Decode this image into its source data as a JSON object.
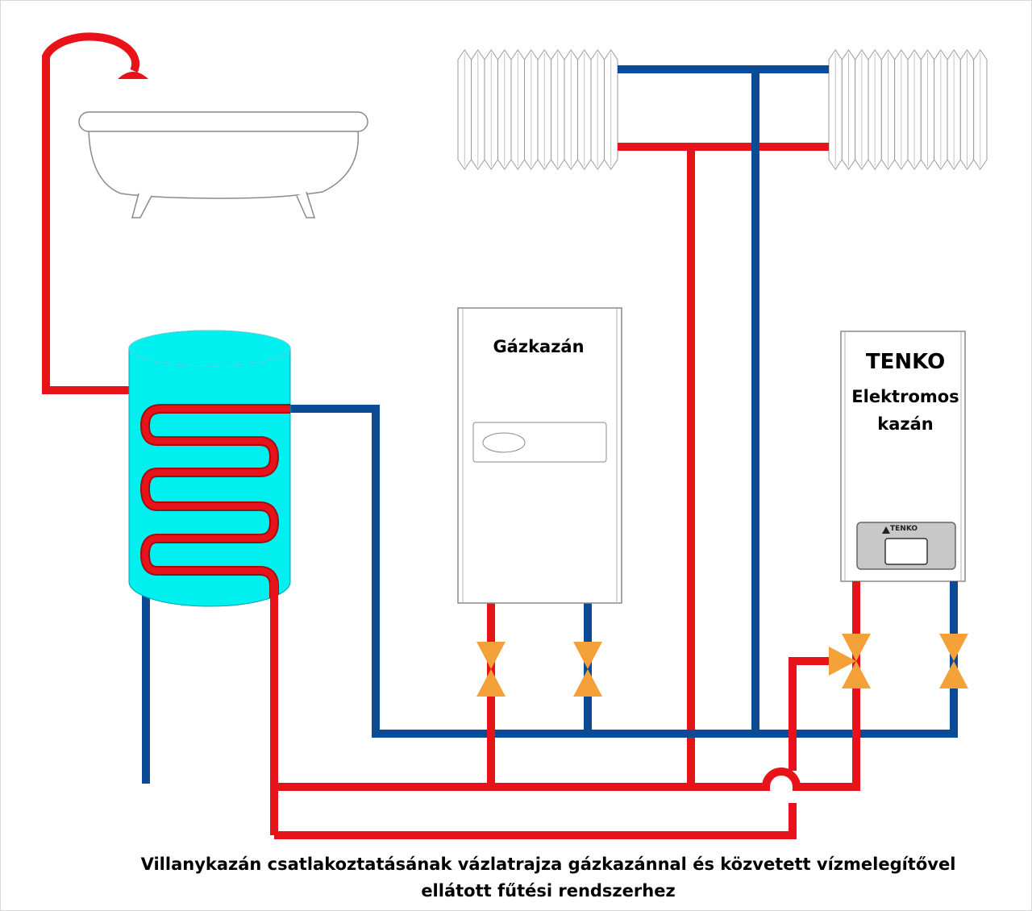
{
  "colors": {
    "hot_pipe": "#e8121a",
    "cold_pipe": "#0b4a94",
    "tank_fill": "#00f0f0",
    "valve": "#f5a13a",
    "outline": "#8a8a8a"
  },
  "boilers": {
    "gas_label": "Gázkazán",
    "tenko_brand": "TENKO",
    "tenko_type_line1": "Elektromos",
    "tenko_type_line2": "kazán",
    "tenko_logo_text": "TENKO"
  },
  "caption": {
    "line1": "Villanykazán csatlakoztatásának vázlatrajza gázkazánnal és közvetett vízmelegítővel",
    "line2": "ellátott fűtési rendszerhez"
  },
  "icons": [
    "bathtub-icon",
    "shower-icon",
    "radiator-icon",
    "valve-icon",
    "three-way-valve-icon"
  ]
}
